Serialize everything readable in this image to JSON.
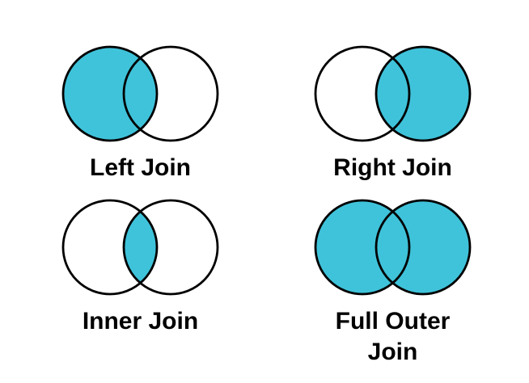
{
  "page": {
    "background_color": "#ffffff",
    "text_color": "#000000"
  },
  "venn": {
    "fill_color": "#3FC3DA",
    "stroke_color": "#000000",
    "diagrams": [
      {
        "id": "left-join",
        "label": "Left Join",
        "filled_region": "left"
      },
      {
        "id": "right-join",
        "label": "Right Join",
        "filled_region": "right"
      },
      {
        "id": "inner-join",
        "label": "Inner Join",
        "filled_region": "intersection"
      },
      {
        "id": "full-outer-join",
        "label": "Full Outer\nJoin",
        "filled_region": "both"
      }
    ]
  }
}
